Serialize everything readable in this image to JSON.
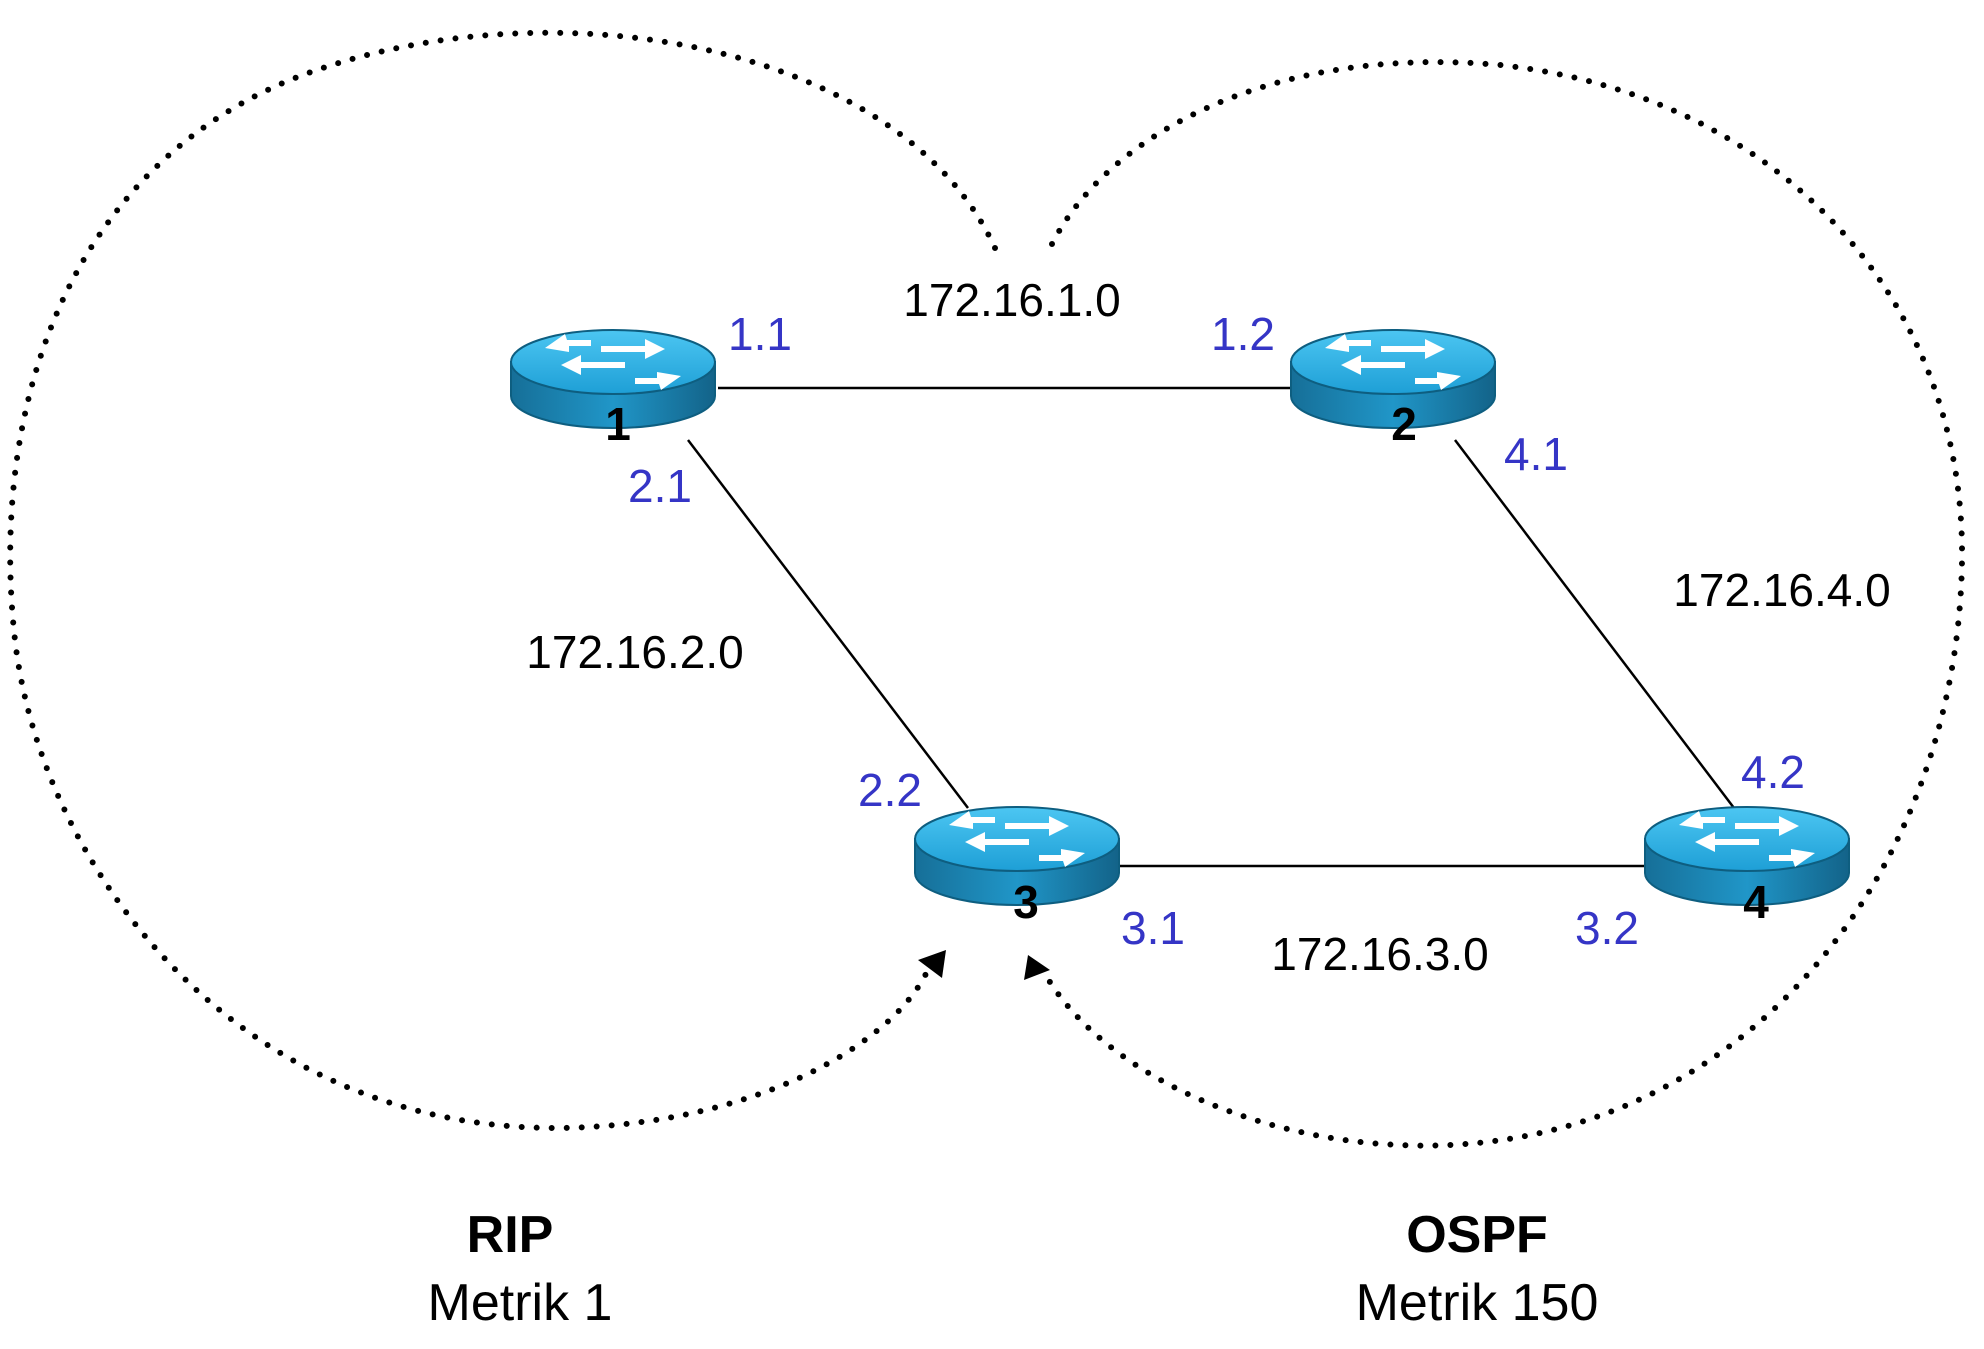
{
  "colors": {
    "router_top": "#29AEE4",
    "router_side": "#1A85B4",
    "router_dark": "#0E5E80",
    "interface_label": "#3535C6",
    "line": "#000000"
  },
  "routers": [
    {
      "id": "r1",
      "label": "1",
      "icon": "router-icon"
    },
    {
      "id": "r2",
      "label": "2",
      "icon": "router-icon"
    },
    {
      "id": "r3",
      "label": "3",
      "icon": "router-icon"
    },
    {
      "id": "r4",
      "label": "4",
      "icon": "router-icon"
    }
  ],
  "networks": [
    {
      "id": "n1",
      "label": "172.16.1.0",
      "link": "1-2"
    },
    {
      "id": "n2",
      "label": "172.16.2.0",
      "link": "1-3"
    },
    {
      "id": "n3",
      "label": "172.16.3.0",
      "link": "3-4"
    },
    {
      "id": "n4",
      "label": "172.16.4.0",
      "link": "2-4"
    }
  ],
  "interfaces": [
    {
      "router": "1",
      "label": "1.1"
    },
    {
      "router": "2",
      "label": "1.2"
    },
    {
      "router": "1",
      "label": "2.1"
    },
    {
      "router": "3",
      "label": "2.2"
    },
    {
      "router": "3",
      "label": "3.1"
    },
    {
      "router": "4",
      "label": "3.2"
    },
    {
      "router": "2",
      "label": "4.1"
    },
    {
      "router": "4",
      "label": "4.2"
    }
  ],
  "protocols": {
    "rip": {
      "name": "RIP",
      "metric": "Metrik 1"
    },
    "ospf": {
      "name": "OSPF",
      "metric": "Metrik 150"
    }
  }
}
